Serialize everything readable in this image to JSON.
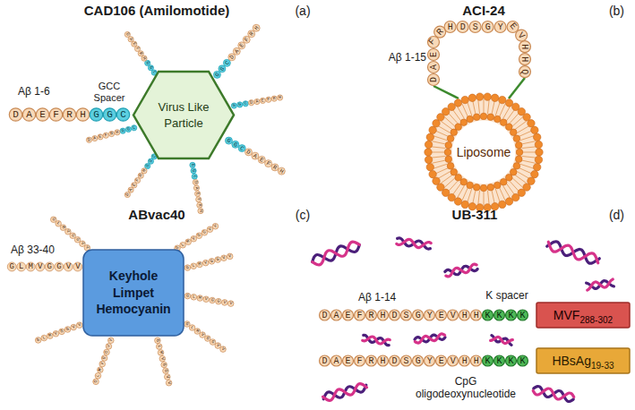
{
  "diagram": {
    "nodes": [
      {
        "text": [
          "Virus Like Particle"
        ]
      },
      {
        "text": [
          "Liposome"
        ]
      },
      {
        "text": [
          "Keyhole Limpet Hemocyanin"
        ]
      },
      {
        "text": [
          "MVF",
          "288-302"
        ]
      },
      {
        "text": [
          "HBsAg",
          "19-33"
        ]
      }
    ],
    "labels": [
      "(a)",
      "CAD106 (Amilomotide)",
      "Aβ 1-6",
      "GCC Spacer",
      "DAEFRH",
      "GGC",
      "GGC",
      "DAEFRH",
      "GGC",
      "DAEFRH",
      "GGC",
      "DAEFRH",
      "GGC",
      "DAEFRH",
      "GGC",
      "DAEFRH",
      "GGC",
      "DAEFRH",
      "GGC",
      "DAEFRH",
      "(b)",
      "ACI-24",
      "Aβ 1-15",
      "DAEFRHDSGYEVHHQ",
      "(c)",
      "ABvac40",
      "Aβ 33-40",
      "GLMVGGVV",
      "GLMVGGVV",
      "GLMVGGVV",
      "GLMVGGVV",
      "GLMVGGVV",
      "GLMVGGVV",
      "GLMVGGVV",
      "GLMVGGVV",
      "GLMVGGVV",
      "(d)",
      "UB-311",
      "Aβ 1-14",
      "K spacer",
      "DAEFRHDSGYEVHH",
      "KKKK",
      "DAEFRHDSGYEVHH",
      "KKKK",
      "CpG oligodeoxynucleotide"
    ]
  }
}
